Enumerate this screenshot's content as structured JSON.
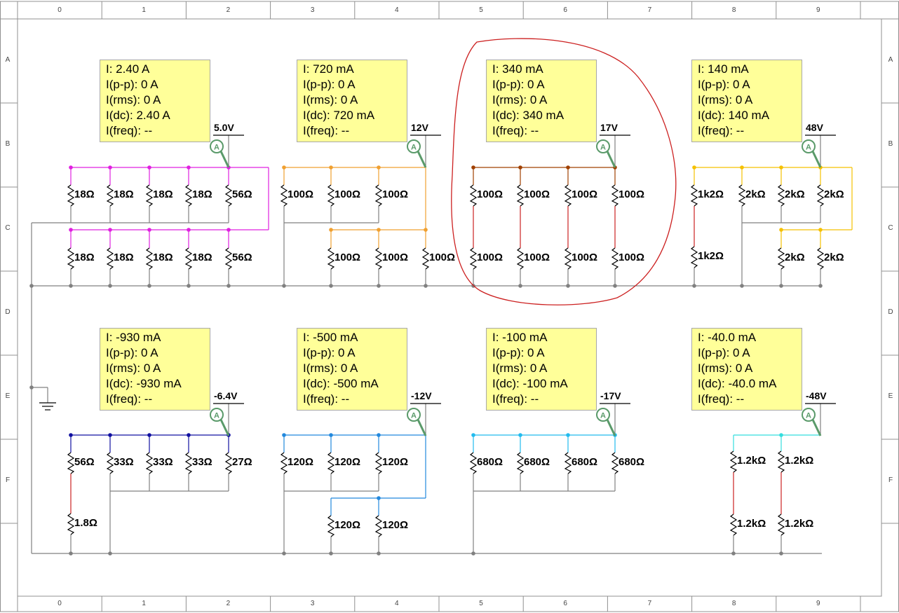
{
  "grid": {
    "columns": [
      "0",
      "1",
      "2",
      "3",
      "4",
      "5",
      "6",
      "7",
      "8",
      "9"
    ],
    "rows": [
      "A",
      "B",
      "C",
      "D",
      "E",
      "F"
    ]
  },
  "meters": [
    {
      "i": "I: 2.40 A",
      "ipp": "I(p-p): 0 A",
      "irms": "I(rms): 0 A",
      "idc": "I(dc): 2.40 A",
      "ifreq": "I(freq): --"
    },
    {
      "i": "I: 720 mA",
      "ipp": "I(p-p): 0 A",
      "irms": "I(rms): 0 A",
      "idc": "I(dc): 720 mA",
      "ifreq": "I(freq): --"
    },
    {
      "i": "I: 340 mA",
      "ipp": "I(p-p): 0 A",
      "irms": "I(rms): 0 A",
      "idc": "I(dc): 340 mA",
      "ifreq": "I(freq): --"
    },
    {
      "i": "I: 140 mA",
      "ipp": "I(p-p): 0 A",
      "irms": "I(rms): 0 A",
      "idc": "I(dc): 140 mA",
      "ifreq": "I(freq): --"
    },
    {
      "i": "I: -930 mA",
      "ipp": "I(p-p): 0 A",
      "irms": "I(rms): 0 A",
      "idc": "I(dc): -930 mA",
      "ifreq": "I(freq): --"
    },
    {
      "i": "I: -500 mA",
      "ipp": "I(p-p): 0 A",
      "irms": "I(rms): 0 A",
      "idc": "I(dc): -500 mA",
      "ifreq": "I(freq): --"
    },
    {
      "i": "I: -100 mA",
      "ipp": "I(p-p): 0 A",
      "irms": "I(rms): 0 A",
      "idc": "I(dc): -100 mA",
      "ifreq": "I(freq): --"
    },
    {
      "i": "I: -40.0 mA",
      "ipp": "I(p-p): 0 A",
      "irms": "I(rms): 0 A",
      "idc": "I(dc): -40.0 mA",
      "ifreq": "I(freq): --"
    }
  ],
  "sources": [
    "5.0V",
    "12V",
    "17V",
    "48V",
    "-6.4V",
    "-12V",
    "-17V",
    "-48V"
  ],
  "ammeter_symbol": "A",
  "resistors": {
    "c1_top": [
      "18Ω",
      "18Ω",
      "18Ω",
      "18Ω",
      "56Ω"
    ],
    "c1_bot": [
      "18Ω",
      "18Ω",
      "18Ω",
      "18Ω",
      "56Ω"
    ],
    "c2_top": [
      "100Ω",
      "100Ω",
      "100Ω"
    ],
    "c2_bot": [
      "100Ω",
      "100Ω",
      "100Ω"
    ],
    "c3_top": [
      "100Ω",
      "100Ω",
      "100Ω",
      "100Ω"
    ],
    "c3_bot": [
      "100Ω",
      "100Ω",
      "100Ω",
      "100Ω"
    ],
    "c4_top": [
      "1k2Ω",
      "2kΩ",
      "2kΩ",
      "2kΩ"
    ],
    "c4_bot": [
      "1k2Ω",
      "2kΩ",
      "2kΩ"
    ],
    "c5_top": [
      "56Ω",
      "33Ω",
      "33Ω",
      "33Ω",
      "27Ω"
    ],
    "c5_bot": [
      "1.8Ω"
    ],
    "c6_top": [
      "120Ω",
      "120Ω",
      "120Ω"
    ],
    "c6_bot": [
      "120Ω",
      "120Ω"
    ],
    "c7": [
      "680Ω",
      "680Ω",
      "680Ω",
      "680Ω"
    ],
    "c8_top": [
      "1.2kΩ",
      "1.2kΩ"
    ],
    "c8_bot": [
      "1.2kΩ",
      "1.2kΩ"
    ]
  },
  "colors": {
    "magenta": "#e020e0",
    "orange": "#f0a030",
    "brown": "#a04000",
    "gold": "#f5c000",
    "navy": "#1010a0",
    "blue": "#2288dd",
    "cyan": "#22bbee",
    "aqua": "#33dddd",
    "gray": "#808080",
    "red_wire": "#cc2222",
    "annotation": "#cc2020",
    "meter_bg": "#ffff99",
    "ammeter": "#5a9a6a"
  }
}
